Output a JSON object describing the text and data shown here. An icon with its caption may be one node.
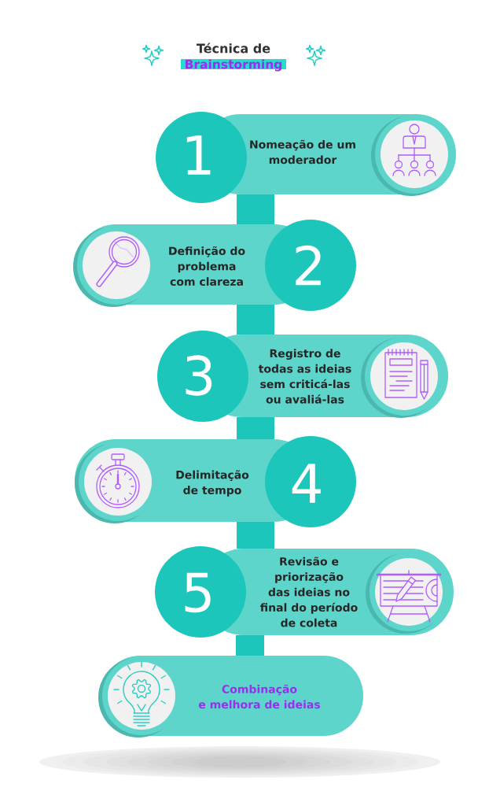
{
  "diagram": {
    "title": "Técnica de",
    "nodes": [
      {
        "text": [
          "Brainstorming"
        ]
      },
      {
        "text": [
          "1",
          "Nomeação de um moderador"
        ]
      },
      {
        "text": [
          "Definição do problema com clareza",
          "2"
        ]
      },
      {
        "text": [
          "3",
          "Registro de todas as ideias sem criticá-las ou avaliá-las"
        ]
      },
      {
        "text": [
          "Delimitação de tempo",
          "4"
        ]
      },
      {
        "text": [
          "5",
          "Revisão e priorização das ideias no final do período de coleta"
        ]
      },
      {
        "text": [
          "Combinação e melhora de ideias"
        ]
      }
    ],
    "edges": [
      {
        "from": 1,
        "to": 2,
        "arrow": "none"
      },
      {
        "from": 2,
        "to": 3,
        "arrow": "none"
      },
      {
        "from": 3,
        "to": 4,
        "arrow": "none"
      },
      {
        "from": 4,
        "to": 5,
        "arrow": "none"
      },
      {
        "from": 5,
        "to": 6,
        "arrow": "none"
      }
    ]
  }
}
